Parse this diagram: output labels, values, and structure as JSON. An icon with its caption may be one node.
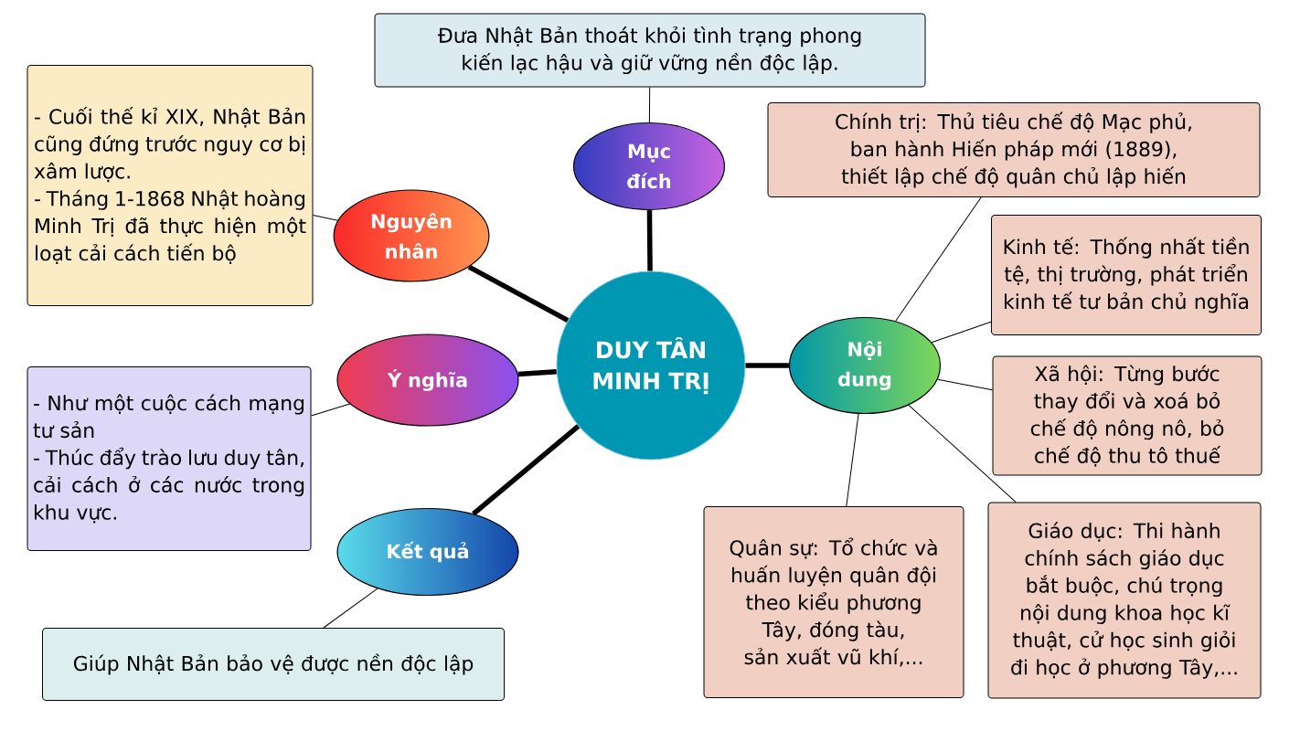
{
  "diagram": {
    "nodes": [
      {
        "text": [
          "DUY TÂN MINH TRỊ"
        ]
      },
      {
        "text": [
          "Mục đích"
        ]
      },
      {
        "text": [
          "Đưa Nhật Bản thoát khỏi tình trạng phong kiến lạc hậu và giữ vững nền độc lập."
        ]
      },
      {
        "text": [
          "Nguyên nhân"
        ]
      },
      {
        "text": [
          "- Cuối thế kỉ XIX, Nhật Bản cũng đứng trước nguy cơ bị xâm lược.",
          "- Tháng 1-1868 Nhật hoàng Minh Trị đã thực hiện một loạt cải cách tiến bộ"
        ]
      },
      {
        "text": [
          "Ý nghĩa"
        ]
      },
      {
        "text": [
          "- Như một cuộc cách mạng tư sản",
          "- Thúc đẩy trào lưu duy tân, cải cách ở các nước trong khu vực."
        ]
      },
      {
        "text": [
          "Kết quả"
        ]
      },
      {
        "text": [
          "Giúp Nhật Bản bảo vệ được nền độc lập"
        ]
      },
      {
        "text": [
          "Nội dung"
        ]
      },
      {
        "text": [
          "Chính trị: Thủ tiêu chế độ Mạc phủ, ban hành Hiến pháp mới (1889), thiết lập chế độ quân chủ lập hiến"
        ]
      },
      {
        "text": [
          "Kinh tế: Thống nhất tiền tệ, thị trường, phát triển kinh tế tư bản chủ nghĩa"
        ]
      },
      {
        "text": [
          "Xã hội: Từng bước thay đổi và xoá bỏ chế độ nông nô, bỏ chế độ thu tô thuế"
        ]
      },
      {
        "text": [
          "Quân sự: Tổ chức và huấn luyện quân đội theo kiểu phương Tây, đóng tàu, sản xuất vũ khí,..."
        ]
      },
      {
        "text": [
          "Giáo dục: Thi hành chính sách giáo dục bắt buộc, chú trọng nội dung khoa học kĩ thuật, cử học sinh giỏi đi học ở phương Tây,..."
        ]
      }
    ],
    "edges": [
      {
        "from": 0,
        "to": 1,
        "arrow": "none",
        "style": "thick"
      },
      {
        "from": 0,
        "to": 3,
        "arrow": "none",
        "style": "thick"
      },
      {
        "from": 0,
        "to": 5,
        "arrow": "none",
        "style": "thick"
      },
      {
        "from": 0,
        "to": 7,
        "arrow": "none",
        "style": "thick"
      },
      {
        "from": 0,
        "to": 9,
        "arrow": "none",
        "style": "thick"
      },
      {
        "from": 1,
        "to": 2,
        "arrow": "none"
      },
      {
        "from": 3,
        "to": 4,
        "arrow": "none"
      },
      {
        "from": 5,
        "to": 6,
        "arrow": "none"
      },
      {
        "from": 7,
        "to": 8,
        "arrow": "none"
      },
      {
        "from": 9,
        "to": 10,
        "arrow": "none"
      },
      {
        "from": 9,
        "to": 11,
        "arrow": "none"
      },
      {
        "from": 9,
        "to": 12,
        "arrow": "none"
      },
      {
        "from": 9,
        "to": 13,
        "arrow": "none"
      },
      {
        "from": 9,
        "to": 14,
        "arrow": "none"
      }
    ]
  }
}
